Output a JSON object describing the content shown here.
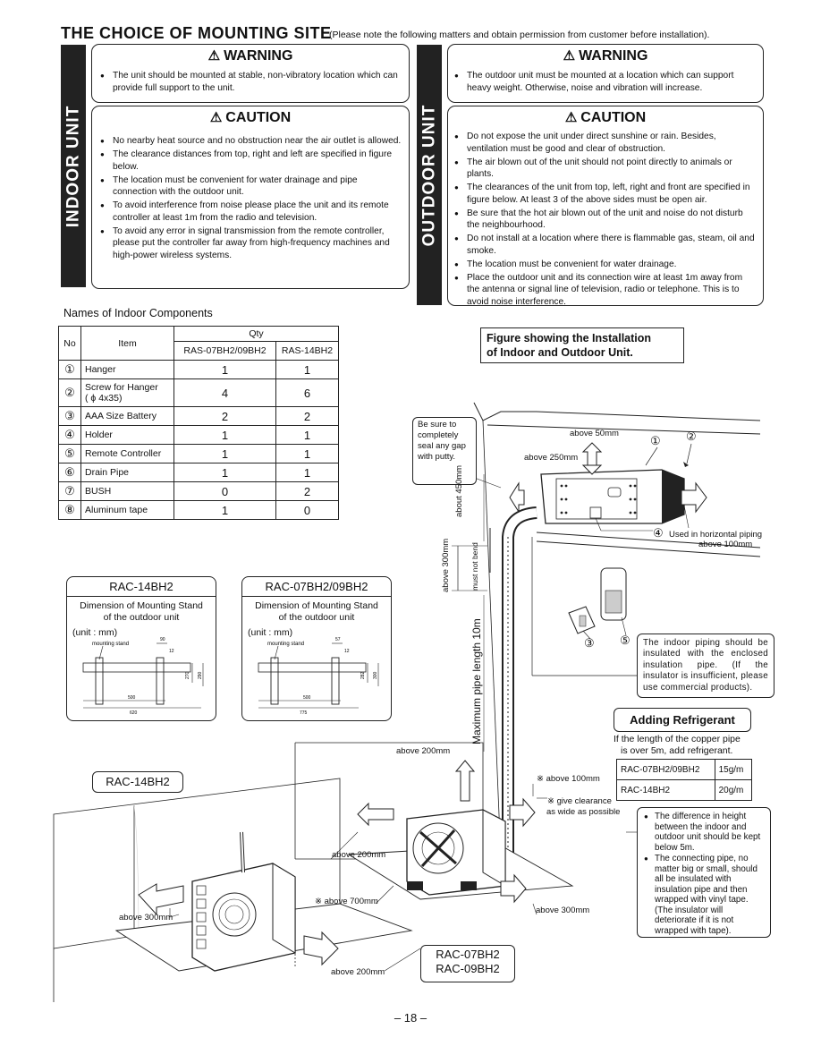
{
  "header": {
    "title": "THE CHOICE OF MOUNTING SITE",
    "note": "(Please note the following matters and obtain permission from customer before installation)."
  },
  "indoor": {
    "sidebar": "INDOOR UNIT",
    "warning": {
      "title": "WARNING",
      "items": [
        "The unit should be mounted at stable, non-vibratory location which can provide full support to the unit."
      ]
    },
    "caution": {
      "title": "CAUTION",
      "items": [
        "No nearby heat source and no obstruction near the air outlet is allowed.",
        "The clearance distances from top, right and left are specified in figure below.",
        "The location must be convenient for water drainage and pipe connection with the outdoor unit.",
        "To avoid interference from noise please place the unit and its remote controller at least 1m from the radio and television.",
        "To avoid any error in signal transmission from the remote controller, please put the controller far away from high-frequency machines and high-power wireless systems."
      ]
    }
  },
  "outdoor": {
    "sidebar": "OUTDOOR UNIT",
    "warning": {
      "title": "WARNING",
      "items": [
        "The outdoor unit must be mounted at a location which can support heavy weight. Otherwise, noise and vibration will increase."
      ]
    },
    "caution": {
      "title": "CAUTION",
      "items": [
        "Do not expose the unit under direct sunshine or rain. Besides, ventilation must be good and clear of obstruction.",
        "The air blown out of the unit should not point directly to animals or plants.",
        "The clearances of the unit from top, left, right and front are specified in figure below. At least 3 of the above sides must be open air.",
        "Be sure that the hot air blown out of the unit and noise do not disturb the neighbourhood.",
        "Do not install at a location where there is flammable gas, steam, oil and smoke.",
        "The location must be convenient for water drainage.",
        "Place the outdoor unit and its connection wire at least 1m away from the antenna or signal line of television, radio or telephone. This is to avoid noise interference."
      ]
    }
  },
  "components": {
    "heading": "Names of Indoor Components",
    "col_no": "No",
    "col_item": "Item",
    "col_qty": "Qty",
    "model_a": "RAS-07BH2/09BH2",
    "model_b": "RAS-14BH2",
    "rows": [
      {
        "no": "①",
        "item": "Hanger",
        "a": "1",
        "b": "1"
      },
      {
        "no": "②",
        "item": "Screw for Hanger",
        "item2": "( ϕ 4x35)",
        "a": "4",
        "b": "6"
      },
      {
        "no": "③",
        "item": "AAA Size Battery",
        "a": "2",
        "b": "2"
      },
      {
        "no": "④",
        "item": "Holder",
        "a": "1",
        "b": "1"
      },
      {
        "no": "⑤",
        "item": "Remote Controller",
        "a": "1",
        "b": "1"
      },
      {
        "no": "⑥",
        "item": "Drain Pipe",
        "a": "1",
        "b": "1"
      },
      {
        "no": "⑦",
        "item": "BUSH",
        "a": "0",
        "b": "2"
      },
      {
        "no": "⑧",
        "item": "Aluminum tape",
        "a": "1",
        "b": "0"
      }
    ]
  },
  "stands": [
    {
      "model": "RAC-14BH2",
      "line1": "Dimension of Mounting Stand",
      "line2": "of the outdoor unit",
      "unit": "(unit : mm)",
      "stand": "mounting stand",
      "d_top": "90",
      "d_small": "12",
      "d_h1": "270",
      "d_h2": "290",
      "d_w1": "500",
      "d_w2": "620"
    },
    {
      "model": "RAC-07BH2/09BH2",
      "line1": "Dimension of Mounting Stand",
      "line2": "of the outdoor unit",
      "unit": "(unit : mm)",
      "stand": "mounting stand",
      "d_top": "57",
      "d_small": "12",
      "d_h1": "282",
      "d_h2": "300",
      "d_w1": "500",
      "d_w2": "775"
    }
  ],
  "figure": {
    "title1": "Figure showing the Installation",
    "title2": "of Indoor and Outdoor Unit.",
    "putty_note": "Be sure to completely seal any gap with putty.",
    "above50": "above 50mm",
    "above250": "above 250mm",
    "above100": "above 100mm",
    "holder_label": "Used in horizontal piping",
    "about450": "about 450mm",
    "must_not_bend": "must not bend",
    "above300v": "above 300mm",
    "max_pipe": "Maximum pipe length 10m",
    "indoor_piping_note": "The indoor piping should be insulated with the enclosed insulation pipe. (If the insulator is insufficient, please use commercial products).",
    "c1": "①",
    "c2": "②",
    "c3": "③",
    "c4": "④",
    "c5": "⑤",
    "rac14_label": "RAC-14BH2",
    "rac07": "RAC-07BH2",
    "rac09": "RAC-09BH2",
    "o_above200_top": "above 200mm",
    "o_above100": "※ above 100mm",
    "o_give1": "※ give clearance",
    "o_give2": "as wide as possible",
    "o_above200_l": "above 200mm",
    "o_above300_r": "above 300mm",
    "o_above700": "※ above 700mm",
    "o_above300_l": "above 300mm",
    "o_above200_b": "above 200mm"
  },
  "refrigerant": {
    "title": "Adding Refrigerant",
    "desc1": "If the length of the copper pipe",
    "desc2": "is over 5m, add refrigerant.",
    "rows": [
      {
        "model": "RAC-07BH2/09BH2",
        "amount": "15g/m"
      },
      {
        "model": "RAC-14BH2",
        "amount": "20g/m"
      }
    ]
  },
  "height_note": [
    "The difference in height between the indoor and outdoor unit should be kept below 5m.",
    "The connecting pipe, no matter big or small, should all be insulated with insulation pipe and then wrapped with vinyl tape. (The insulator will deteriorate if it is not wrapped with tape)."
  ],
  "page_number": "– 18 –"
}
